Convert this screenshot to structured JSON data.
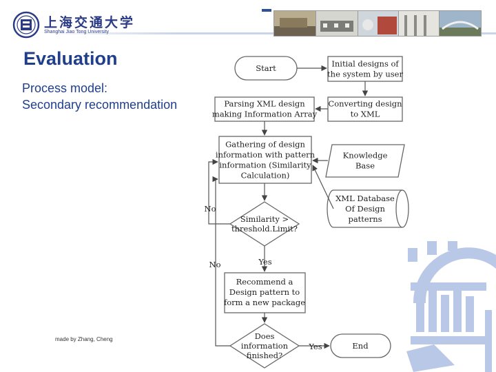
{
  "header": {
    "logo_cn": "上海交通大学",
    "logo_en": "Shanghai Jiao Tong University"
  },
  "slide": {
    "title": "Evaluation",
    "subtitle_lines": [
      "Process model:",
      "Secondary recommendation"
    ],
    "credit": "made by Zhang, Cheng"
  },
  "flowchart": {
    "nodes": {
      "start": [
        "Start"
      ],
      "initial_designs": [
        "Initial designs of",
        "the system by user"
      ],
      "converting": [
        "Converting design",
        "to XML"
      ],
      "parsing": [
        "Parsing XML design",
        "making Information Array"
      ],
      "gathering": [
        "Gathering of design",
        "information with pattern",
        "information (Similarity",
        "Calculation)"
      ],
      "knowledge_base": [
        "Knowledge",
        "Base"
      ],
      "xml_database": [
        "XML Database",
        "Of Design",
        "patterns"
      ],
      "similarity_check": [
        "Similarity >",
        "threshold.Limit?"
      ],
      "recommend": [
        "Recommend a",
        "Design pattern to",
        "form a new package"
      ],
      "finished_check": [
        "Does",
        "information",
        "finished?"
      ],
      "end": [
        "End"
      ]
    },
    "edge_labels": {
      "similarity_no": "No",
      "similarity_yes": "Yes",
      "finished_no": "No",
      "finished_yes": "Yes"
    }
  },
  "colors": {
    "title_blue": "#1f3f8a",
    "accent_blue": "#2f4f9c",
    "watermark_blue": "#b9c8e6"
  }
}
